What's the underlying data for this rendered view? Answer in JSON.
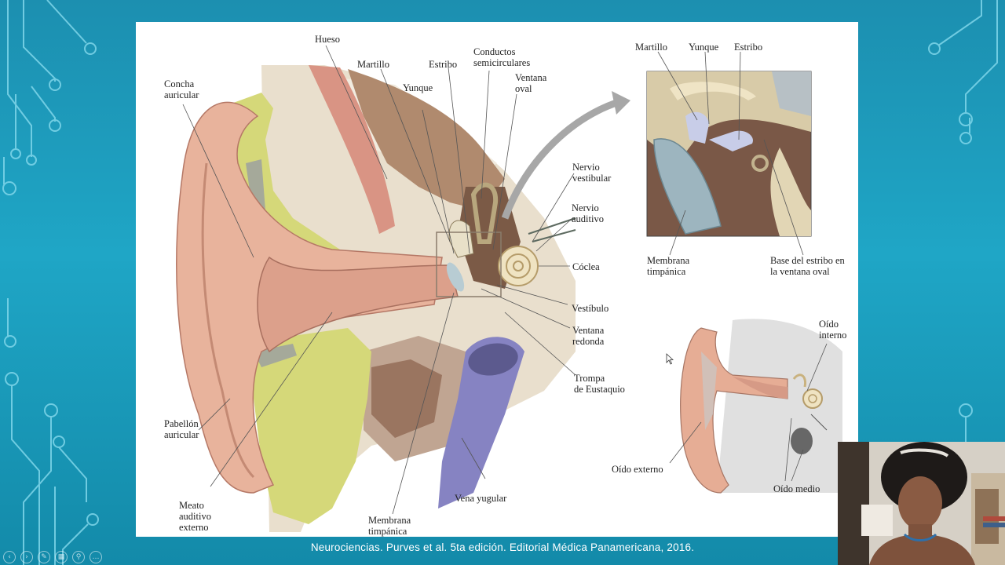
{
  "caption": "Neurociencias. Purves et al. 5ta edición. Editorial Médica Panamericana, 2016.",
  "main_diagram": {
    "labels": {
      "hueso": "Hueso",
      "martillo": "Martillo",
      "estribo": "Estribo",
      "conductos": "Conductos\nsemicirculares",
      "concha": "Concha\nauricular",
      "yunque": "Yunque",
      "ventana_oval": "Ventana\noval",
      "nervio_vestibular": "Nervio\nvestibular",
      "nervio_auditivo": "Nervio\nauditivo",
      "coclea": "Cóclea",
      "vestibulo": "Vestíbulo",
      "ventana_redonda": "Ventana\nredonda",
      "trompa": "Trompa\nde Eustaquio",
      "pabellon": "Pabellón\nauricular",
      "meato": "Meato\nauditivo\nexterno",
      "membrana": "Membrana\ntimpánica",
      "vena": "Vena yugular"
    }
  },
  "inset_diagram": {
    "labels": {
      "martillo": "Martillo",
      "yunque": "Yunque",
      "estribo": "Estribo",
      "membrana": "Membrana\ntimpánica",
      "base_estribo": "Base del estribo en\nla ventana oval"
    }
  },
  "small_diagram": {
    "labels": {
      "oido_interno": "Oído\ninterno",
      "oido_externo": "Oído externo",
      "oido_medio": "Oído medio"
    }
  },
  "colors": {
    "background": "#1fa6c6",
    "skin": "#e9b9a3",
    "cartilage": "#d8dc7a",
    "bone": "#efe7d6",
    "vein": "#7a78b6",
    "tissue": "#8a6a55"
  },
  "icons": [
    "circuit-decoration",
    "mouse-cursor-icon",
    "presentation-control-icons"
  ]
}
